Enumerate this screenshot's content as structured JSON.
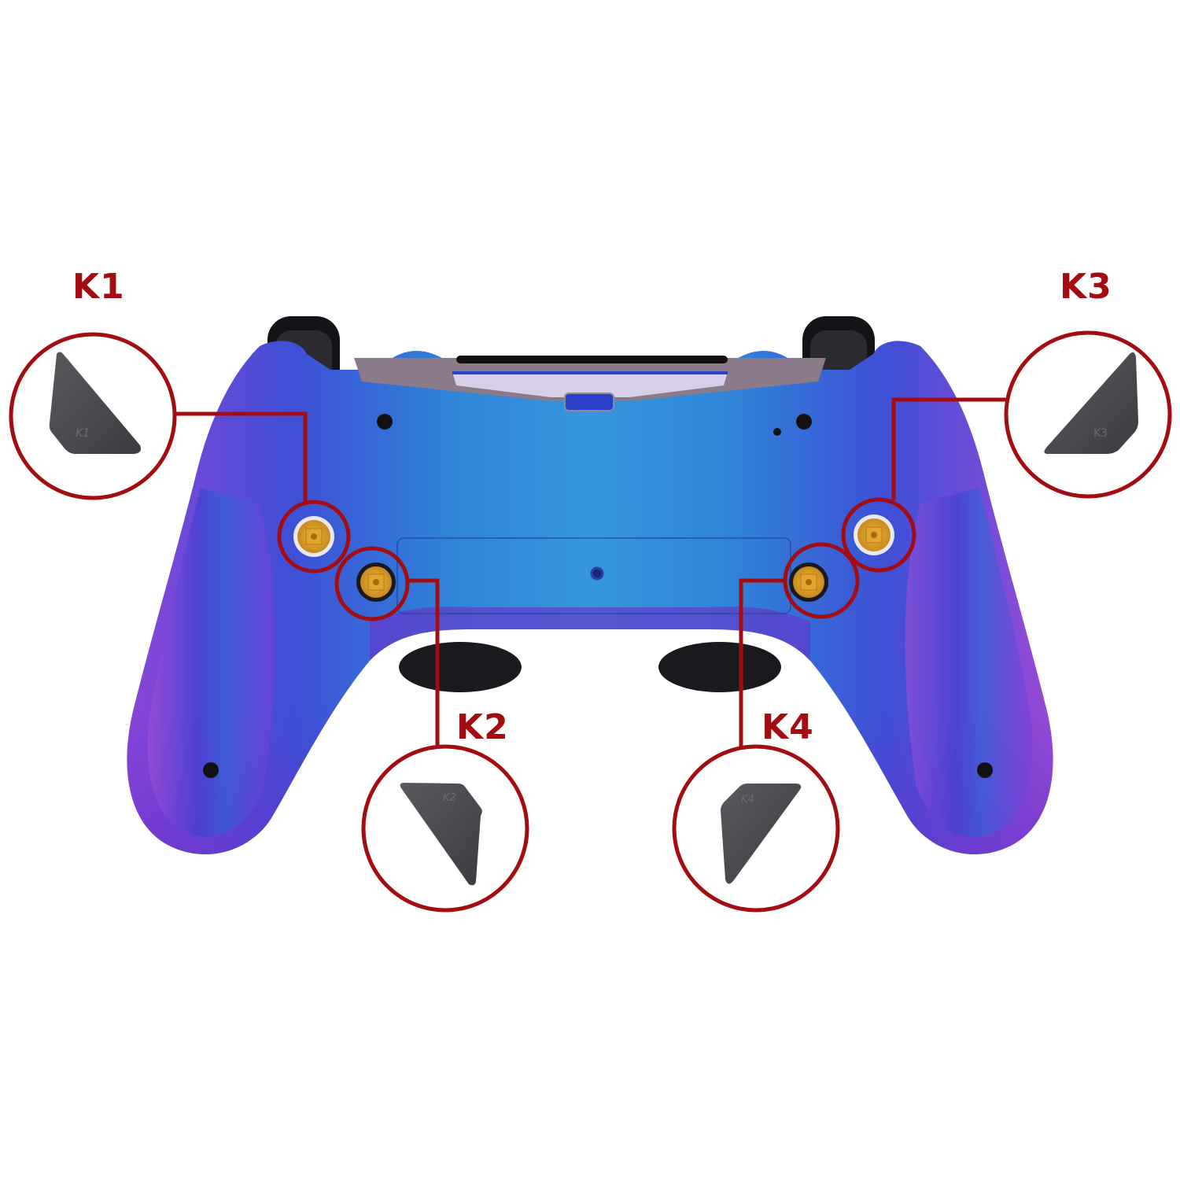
{
  "image": {
    "subject": "Game controller back view with remappable back buttons",
    "callout_color": "#a30d12",
    "shell_colors": [
      "#7a3fd6",
      "#2f5fd8",
      "#2a8fdc",
      "#9a4bd8"
    ],
    "button_color": "#e0a22a",
    "paddle_color": "#4a4a4e"
  },
  "callouts": [
    {
      "id": "K1",
      "label": "K1",
      "paddle_text": "K1"
    },
    {
      "id": "K2",
      "label": "K2",
      "paddle_text": "K2"
    },
    {
      "id": "K3",
      "label": "K3",
      "paddle_text": "K3"
    },
    {
      "id": "K4",
      "label": "K4",
      "paddle_text": "K4"
    }
  ]
}
